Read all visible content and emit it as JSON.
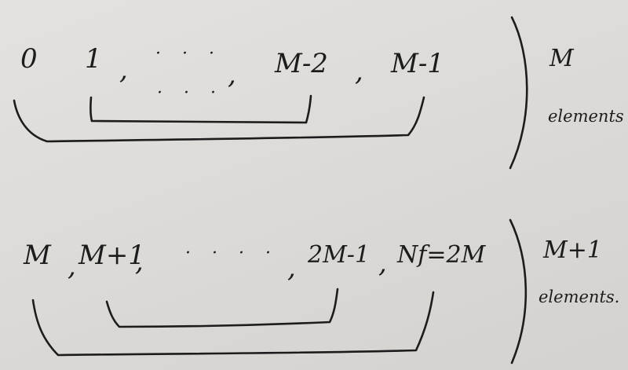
{
  "top_row": {
    "first": "0",
    "second": "1",
    "comma_1": ",",
    "ellipsis": "· · ·",
    "comma_2": ",",
    "third_last": "M-2",
    "comma_3": ",",
    "last": "M-1",
    "inner_dots": "· · ·"
  },
  "top_note": {
    "line1": "M",
    "line2": "elements"
  },
  "bottom_row": {
    "first": "M",
    "comma_1": ",",
    "second": "M+1",
    "comma_2": ",",
    "ellipsis": "· · · ·",
    "comma_3": ",",
    "third_last": "2M-1",
    "comma_4": ",",
    "last": "Nf=2M"
  },
  "bottom_note": {
    "line1": "M+1",
    "line2": "elements."
  }
}
